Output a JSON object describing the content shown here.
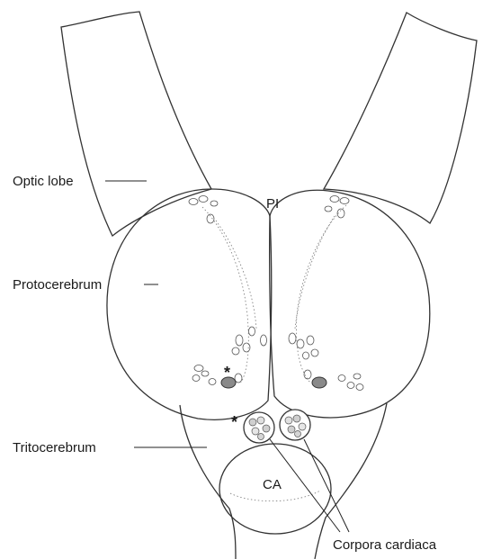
{
  "figure": {
    "labels": {
      "optic_lobe": "Optic lobe",
      "protocerebrum": "Protocerebrum",
      "tritocerebrum": "Tritocerebrum",
      "pi": "PI",
      "ca": "CA",
      "corpora_cardiaca": "Corpora cardiaca",
      "asterisk_upper": "*",
      "asterisk_lower": "*"
    }
  }
}
